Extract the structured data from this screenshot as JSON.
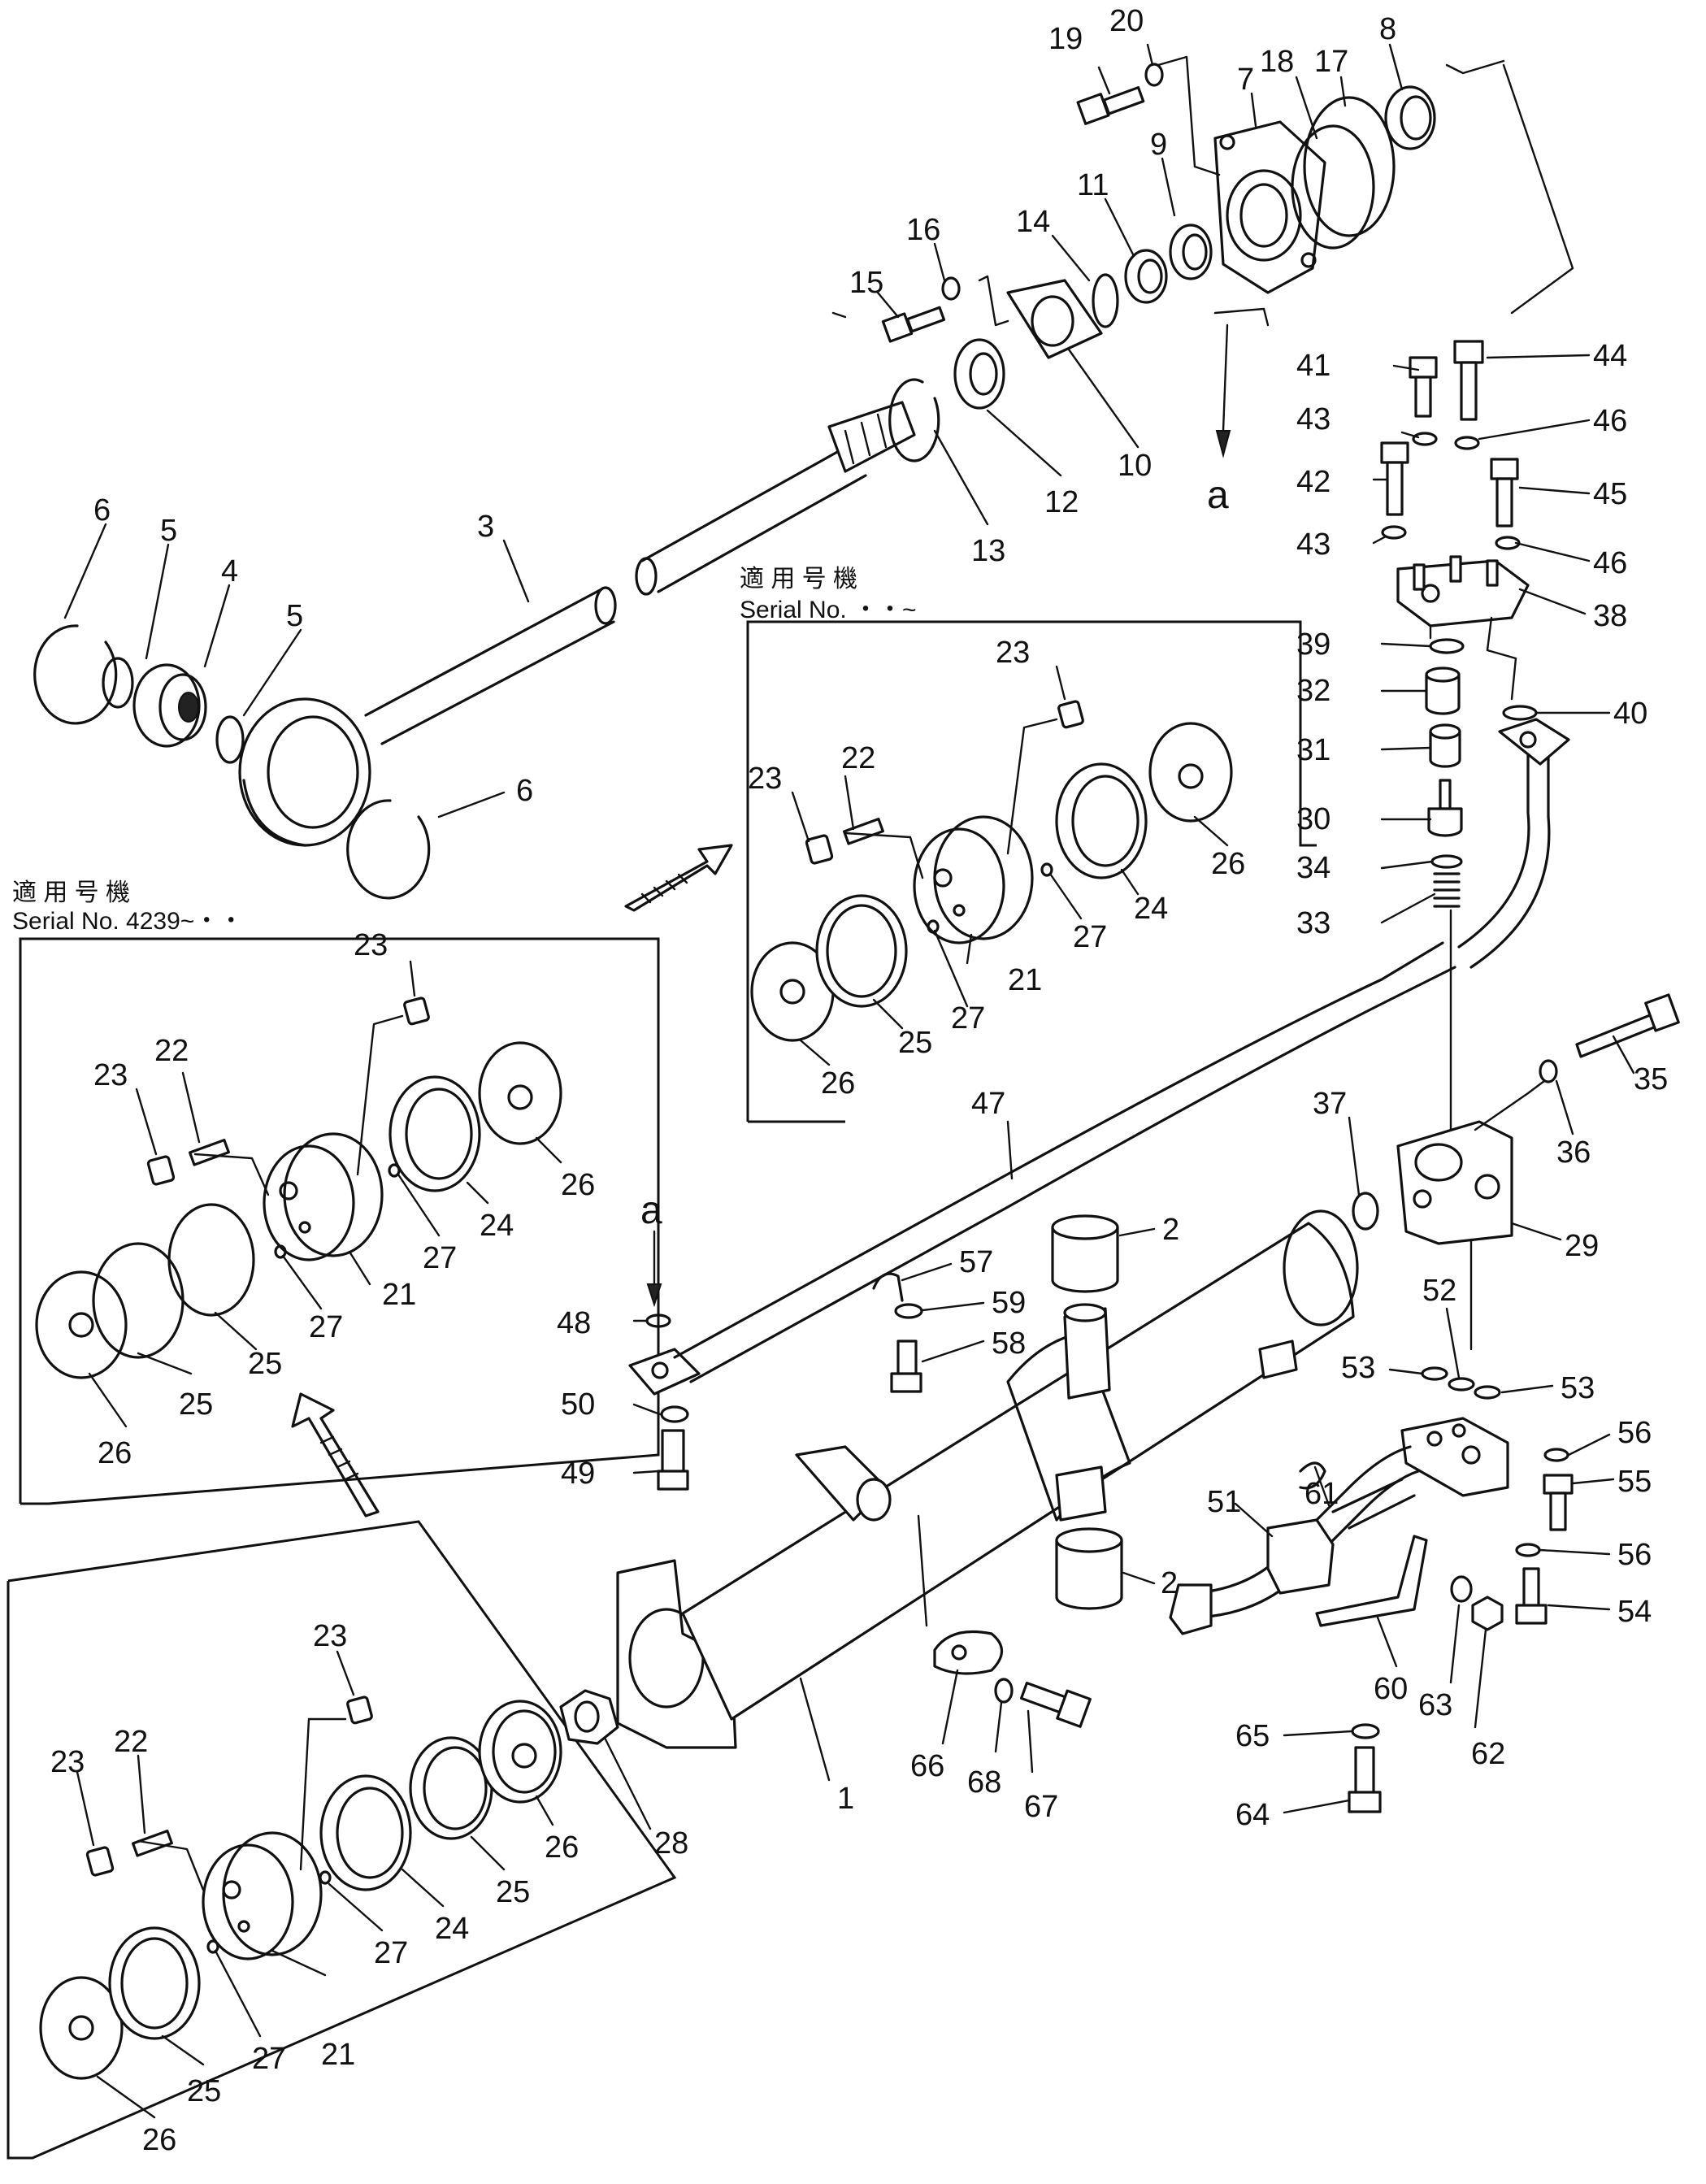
{
  "figure": {
    "serial_notes": [
      {
        "id": "serial-top",
        "kanji": "適 用 号 機",
        "text": "Serial No. ・・~"
      },
      {
        "id": "serial-left",
        "kanji": "適 用 号 機",
        "text": "Serial No. 4239~・・"
      }
    ],
    "view_marks": {
      "upper": "a",
      "lower": "a"
    },
    "callouts": [
      "1",
      "2",
      "2",
      "3",
      "4",
      "5",
      "5",
      "6",
      "6",
      "7",
      "8",
      "9",
      "10",
      "11",
      "12",
      "13",
      "14",
      "15",
      "16",
      "17",
      "18",
      "19",
      "20",
      "21",
      "22",
      "23",
      "23",
      "24",
      "25",
      "26",
      "26",
      "27",
      "27",
      "21",
      "22",
      "23",
      "23",
      "24",
      "25",
      "25",
      "26",
      "26",
      "27",
      "27",
      "21",
      "22",
      "23",
      "23",
      "24",
      "25",
      "25",
      "26",
      "26",
      "27",
      "27",
      "28",
      "29",
      "30",
      "31",
      "32",
      "33",
      "34",
      "35",
      "36",
      "37",
      "38",
      "39",
      "40",
      "41",
      "42",
      "43",
      "43",
      "44",
      "45",
      "46",
      "46",
      "47",
      "48",
      "49",
      "50",
      "51",
      "52",
      "53",
      "53",
      "54",
      "55",
      "56",
      "56",
      "57",
      "58",
      "59",
      "60",
      "61",
      "62",
      "63",
      "64",
      "65",
      "66",
      "67",
      "68"
    ]
  },
  "colors": {
    "ink": "#111111",
    "paper": "#ffffff"
  }
}
